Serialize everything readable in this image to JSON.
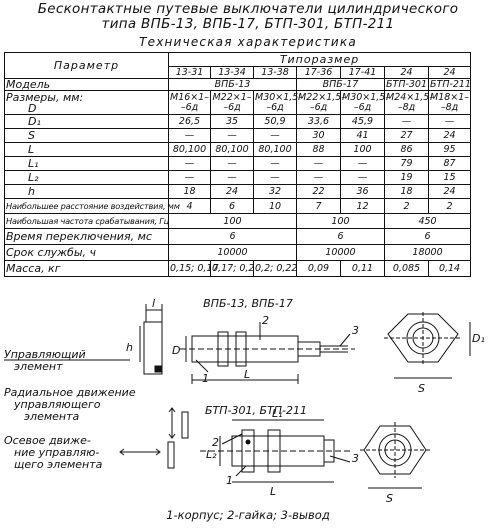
{
  "title_line1": "Бесконтактные путевые выключатели цилиндрического",
  "title_line2": "типа ВПБ-13, ВПБ-17, БТП-301, БТП-211",
  "subtitle": "Техническая характеристика",
  "table": {
    "param_header": "Параметр",
    "typesize_header": "Типоразмер",
    "variants": [
      "13-31",
      "13-34",
      "13-38",
      "17-36",
      "17-41",
      "24",
      "24"
    ],
    "model_label": "Модель",
    "models": [
      "ВПБ-13",
      "ВПБ-17",
      "БТП-301",
      "БТП-211"
    ],
    "dims_label": "Размеры, мм:",
    "sym_D": "D",
    "sym_D1": "D₁",
    "sym_S": "S",
    "sym_L": "L",
    "sym_L1": "L₁",
    "sym_L2": "L₂",
    "sym_h": "h",
    "D_top": [
      "М16×1–",
      "М22×1–",
      "М30×1,5–",
      "М22×1,5–",
      "М30×1,5–",
      "М24×1,5–",
      "М18×1–"
    ],
    "D_bottom": [
      "–6д",
      "–6д",
      "–6д",
      "–6д",
      "–6д",
      "–8д",
      "–8д"
    ],
    "D1": [
      "26,5",
      "35",
      "50,9",
      "33,6",
      "45,9",
      "—",
      "—"
    ],
    "S": [
      "—",
      "—",
      "—",
      "30",
      "41",
      "27",
      "24"
    ],
    "L": [
      "80,100",
      "80,100",
      "80,100",
      "88",
      "100",
      "86",
      "95"
    ],
    "L1": [
      "—",
      "—",
      "—",
      "—",
      "—",
      "79",
      "87"
    ],
    "L2": [
      "—",
      "—",
      "—",
      "—",
      "—",
      "19",
      "15"
    ],
    "h": [
      "18",
      "24",
      "32",
      "22",
      "36",
      "18",
      "24"
    ],
    "max_distance_label": "Наибольшее расстояние воздействия, мм",
    "max_distance": [
      "4",
      "6",
      "10",
      "7",
      "12",
      "2",
      "2"
    ],
    "max_freq_label": "Наибольшая частота срабатывания, Гц",
    "max_freq": [
      "100",
      "100",
      "450"
    ],
    "switch_time_label": "Время переключения, мс",
    "switch_time": [
      "6",
      "6",
      "6"
    ],
    "service_life_label": "Срок службы, ч",
    "service_life": [
      "10000",
      "10000",
      "18000"
    ],
    "mass_label": "Масса, кг",
    "mass": [
      "0,15; 0,17",
      "0,17; 0,2",
      "0,2; 0,22",
      "0,09",
      "0,11",
      "0,085",
      "0,14"
    ]
  },
  "drawing": {
    "top_caption": "ВПБ-13, ВПБ-17",
    "bottom_caption": "БТП-301, БТП-211",
    "control_element_1": "Управляющий",
    "control_element_2": "элемент",
    "radial_1": "Радиальное движение",
    "radial_2": "управляющего",
    "radial_3": "элемента",
    "axial_1": "Осевое движе-",
    "axial_2": "ние управляю-",
    "axial_3": "щего элемента",
    "n1": "1",
    "n2": "2",
    "n3": "3",
    "dim_L": "L",
    "dim_L1": "L₁",
    "dim_L2": "L₂",
    "dim_D": "D",
    "dim_D1": "D₁",
    "dim_S": "S",
    "dim_h": "h",
    "dim_l": "l",
    "legend": "1-корпус; 2-гайка; 3-вывод"
  }
}
